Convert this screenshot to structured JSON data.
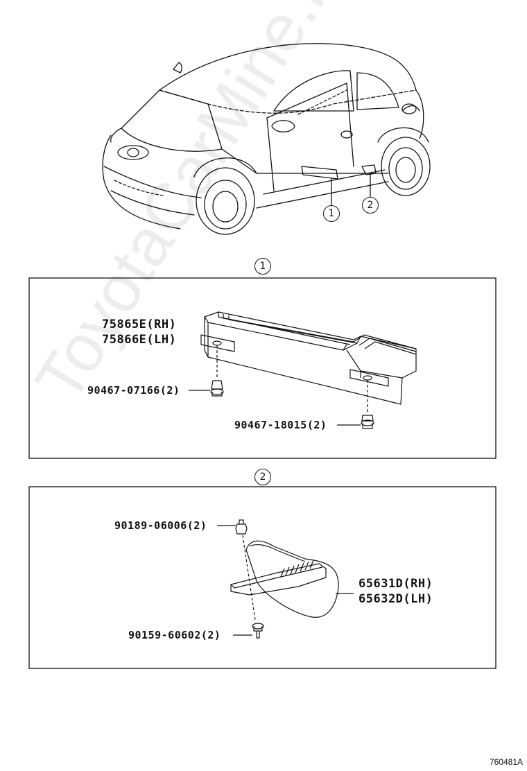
{
  "callouts": {
    "car_1": "1",
    "car_2": "2",
    "panel_1": "1",
    "panel_2": "2"
  },
  "panel_1": {
    "part_main_rh": "75865E(RH)",
    "part_main_lh": "75866E(LH)",
    "clip_left": "90467-07166(2)",
    "clip_right": "90467-18015(2)"
  },
  "panel_2": {
    "clip_top": "90189-06006(2)",
    "part_main_rh": "65631D(RH)",
    "part_main_lh": "65632D(LH)",
    "screw_bottom": "90159-60602(2)"
  },
  "watermark": "ToyotaCarMine.ru",
  "reference_code": "760481A",
  "colors": {
    "line": "#111111",
    "watermark": "rgba(0,0,0,0.07)"
  }
}
